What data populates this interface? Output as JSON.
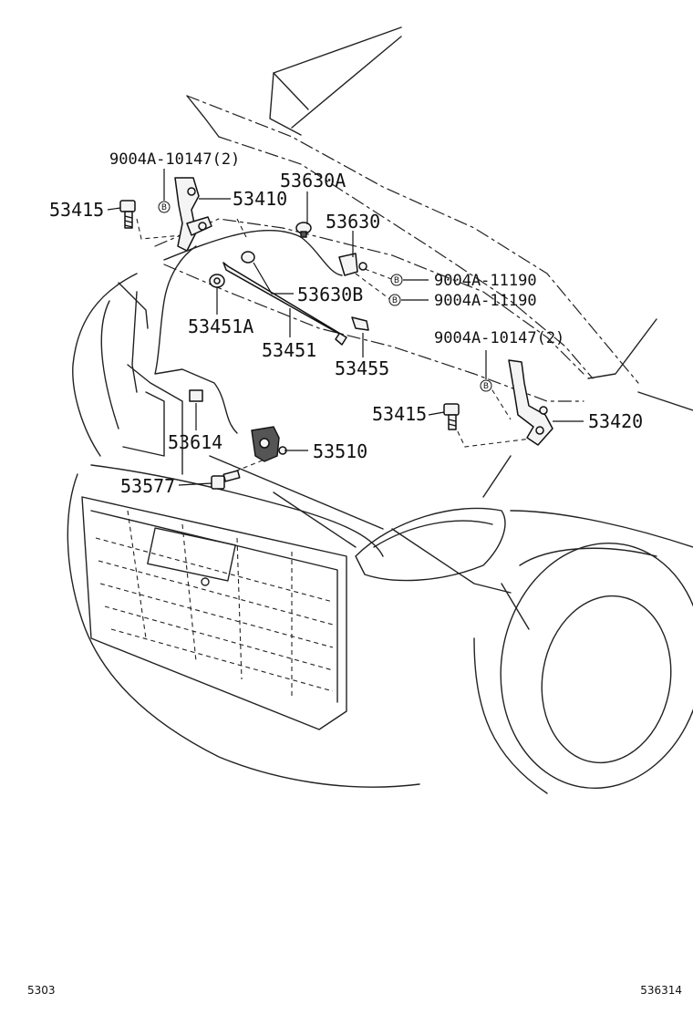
{
  "labels": {
    "bolt_note_left": "9004A-10147(2)",
    "bolt_left": "53415",
    "hinge_left": "53410",
    "cushion_a": "53630A",
    "cushion": "53630",
    "cushion_b": "53630B",
    "clip_upper": "9004A-11190",
    "clip_lower": "9004A-11190",
    "grommet": "53451A",
    "support_rod": "53451",
    "rod_holder": "53455",
    "bolt_note_right": "9004A-10147(2)",
    "bolt_right": "53415",
    "hinge_right": "53420",
    "clamp": "53614",
    "lock_assy": "53510",
    "lock_bolt": "53577"
  },
  "bolt_marker": "B",
  "footer": {
    "left_code": "5303",
    "right_code": "536314"
  }
}
